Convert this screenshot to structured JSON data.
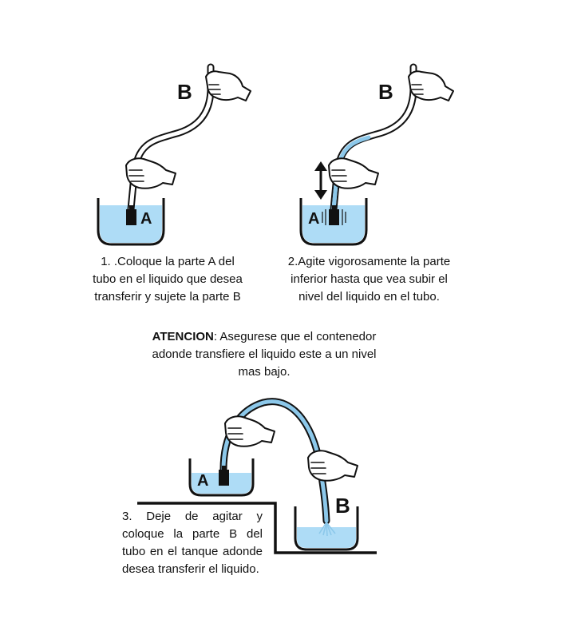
{
  "steps": {
    "step1": {
      "text": "1. .Coloque la parte A del tubo en el liquido que desea transferir y sujete la parte B",
      "label_a": "A",
      "label_b": "B"
    },
    "step2": {
      "text": "2.Agite vigorosamente la parte inferior hasta que vea subir el nivel del liquido en el tubo.",
      "label_a": "A",
      "label_b": "B",
      "motion_icon": "double-arrow-vertical-icon"
    },
    "step3": {
      "text": "3. Deje de agitar y coloque la parte B del tubo en el tanque adonde desea transferir el liquido.",
      "label_a": "A",
      "label_b": "B"
    }
  },
  "warning": {
    "title": "ATENCION",
    "text": ": Asegurese que el contenedor adonde transfiere el liquido este a un nivel mas bajo."
  },
  "colors": {
    "water": "#aedcf6",
    "tube_liquid": "#8cc8ea",
    "ink": "#111111"
  }
}
